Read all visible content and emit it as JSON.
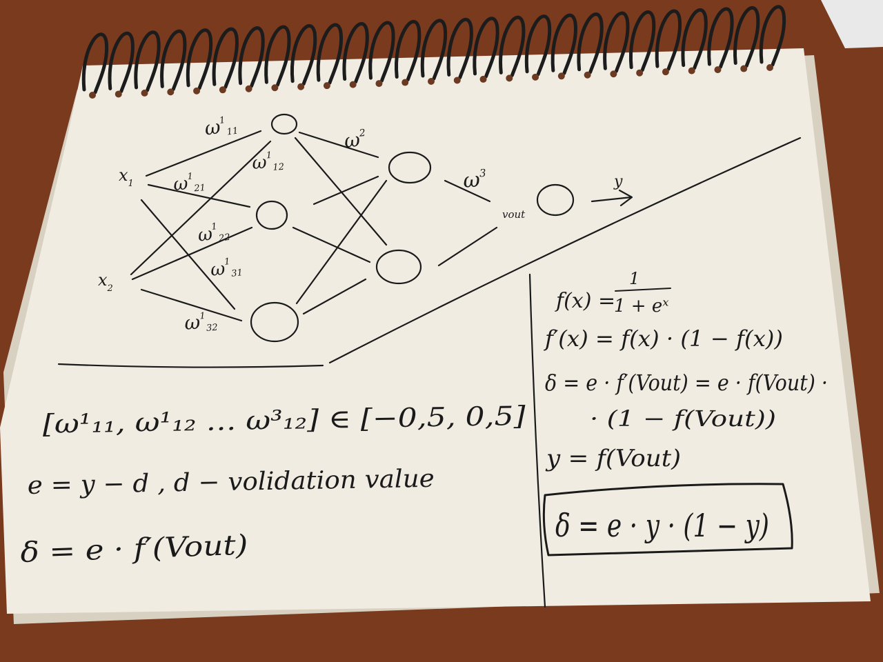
{
  "network": {
    "inputs": [
      "x",
      "x"
    ],
    "input_subs": [
      "1",
      "2"
    ],
    "output_label": "y",
    "vout_label": "vout",
    "weights": {
      "w11": {
        "base": "ω",
        "sup": "1",
        "sub": "11"
      },
      "w12": {
        "base": "ω",
        "sup": "1",
        "sub": "12"
      },
      "w21": {
        "base": "ω",
        "sup": "1",
        "sub": "21"
      },
      "w22": {
        "base": "ω",
        "sup": "1",
        "sub": "22"
      },
      "w31": {
        "base": "ω",
        "sup": "1",
        "sub": "31"
      },
      "w32": {
        "base": "ω",
        "sup": "1",
        "sub": "32"
      },
      "w2": {
        "base": "ω",
        "sup": "2"
      },
      "w3": {
        "base": "ω",
        "sup": "3"
      }
    }
  },
  "notes_left": {
    "line1": "[ω¹₁₁, ω¹₁₂ … ω³₁₂] ∈ [−0,5, 0,5]",
    "line2": "e = y − d , d − volidation value",
    "line3": "δ = e · f′(Vout)"
  },
  "notes_right": {
    "f_def_lhs": "f(x) =",
    "f_def_num": "1",
    "f_def_den": "1 + eˣ",
    "f_prime": "f′(x) = f(x) · (1 − f(x))",
    "delta_1": "δ = e · f′(Vout) = e · f(Vout) ·",
    "delta_2": "· (1 − f(Vout))",
    "y_def": "y = f(Vout)",
    "boxed": "δ = e · y · (1 − y)"
  },
  "colors": {
    "desk": "#7a3a1e",
    "paper": "#f1ede4",
    "ink": "#1a1a1a",
    "spiral": "#1c1c1c"
  }
}
